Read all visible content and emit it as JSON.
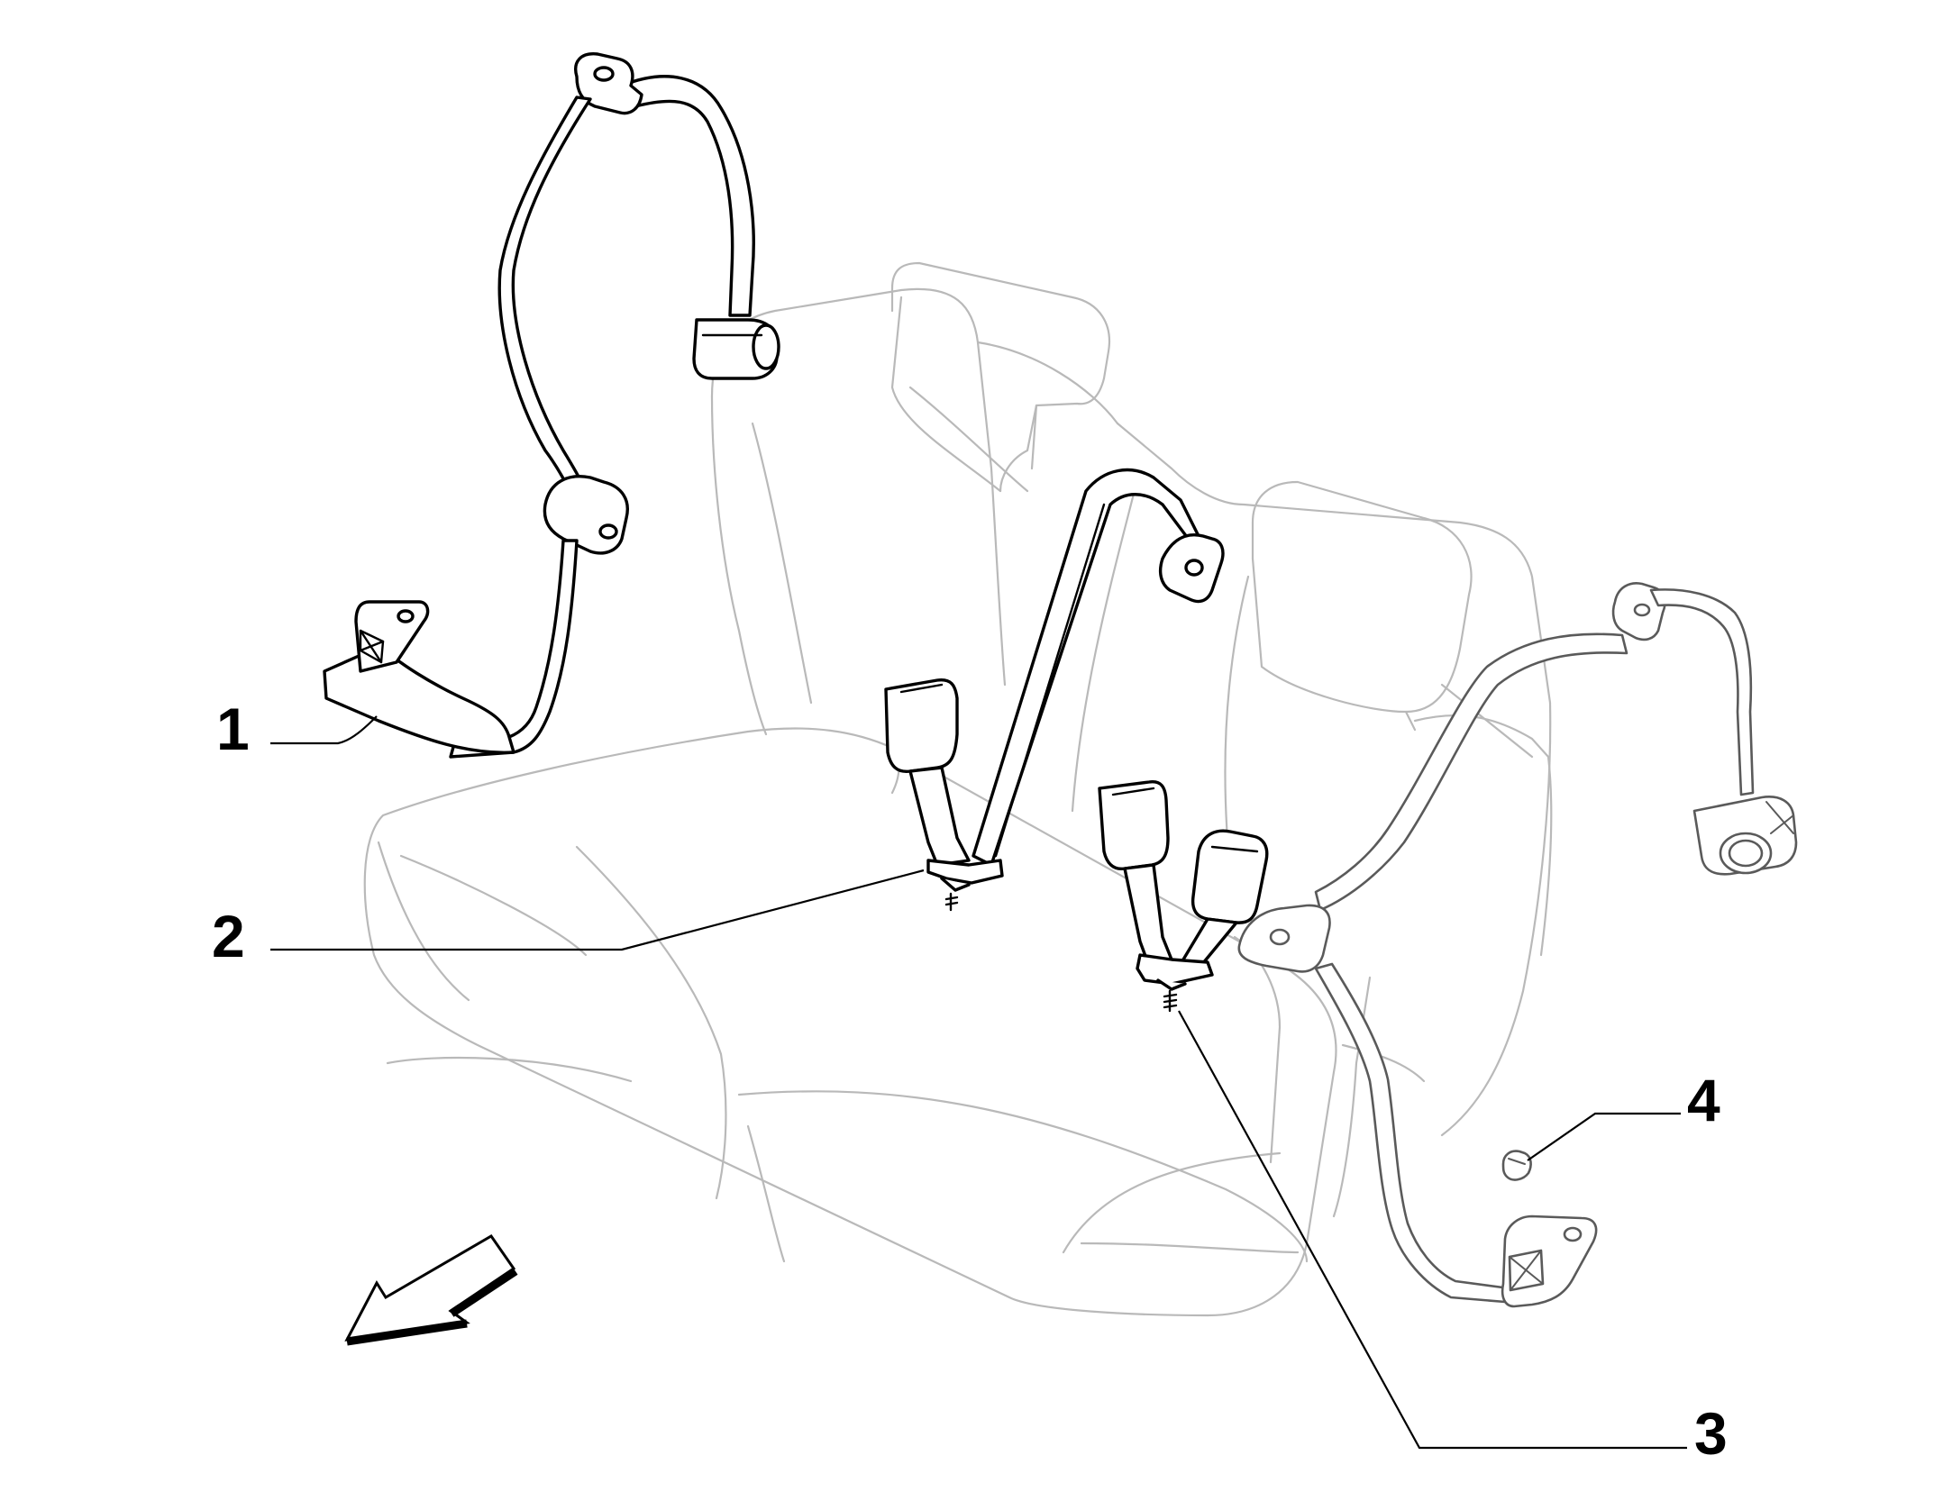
{
  "callouts": [
    {
      "id": "1",
      "label": "1"
    },
    {
      "id": "2",
      "label": "2"
    },
    {
      "id": "3",
      "label": "3"
    },
    {
      "id": "4",
      "label": "4"
    }
  ],
  "colors": {
    "seat_outline": "#b9b9b9",
    "belt_outline": "#000000",
    "background": "#ffffff"
  },
  "icons": {
    "direction": "forward-direction-arrow-icon"
  }
}
